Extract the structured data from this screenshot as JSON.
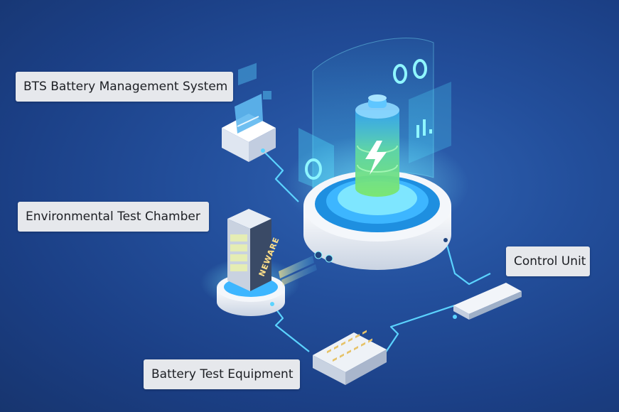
{
  "labels": {
    "bts": "BTS Battery Management System",
    "env": "Environmental Test Chamber",
    "control": "Control Unit",
    "equipment": "Battery Test Equipment"
  },
  "chamber_brand": "NEWARE",
  "colors": {
    "background": "#234f9c",
    "connection_line": "#5bd3ff",
    "battery_green": "#6ee07a",
    "label_bg": "#e6e8ec",
    "glow": "#8ff6ff"
  },
  "icons": [
    "battery-lightning-icon",
    "bar-chart-icon",
    "circles-icon"
  ]
}
